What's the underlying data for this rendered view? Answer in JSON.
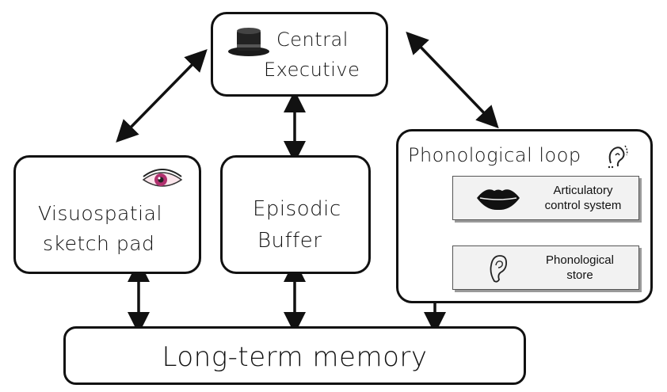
{
  "central_executive": {
    "line1": "Central",
    "line2": "Executive",
    "icon": "top-hat-icon"
  },
  "visuospatial": {
    "line1": "Visuospatial",
    "line2": "sketch pad",
    "icon": "eye-icon"
  },
  "episodic": {
    "line1": "Episodic",
    "line2": "Buffer"
  },
  "phonological_loop": {
    "title": "Phonological loop",
    "icon": "ear-sound-icon",
    "articulatory": {
      "line1": "Articulatory",
      "line2": "control system",
      "icon": "lips-icon"
    },
    "store": {
      "line1": "Phonological",
      "line2": "store",
      "icon": "ear-icon"
    }
  },
  "long_term_memory": {
    "label": "Long-term memory"
  },
  "colors": {
    "stroke": "#111111",
    "inner_fill": "#f2f2f2",
    "eye_iris": "#b0306e"
  }
}
